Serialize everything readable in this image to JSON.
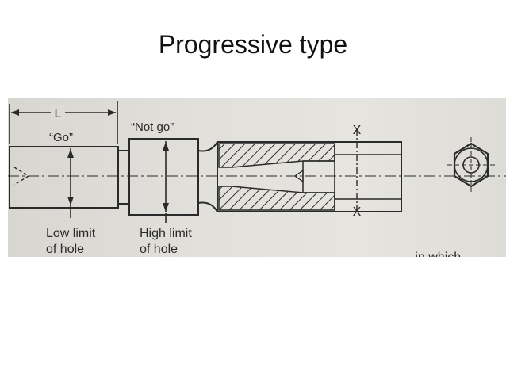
{
  "slide": {
    "title": "Progressive type"
  },
  "diagram": {
    "dimension_label": "L",
    "go_label": "“Go”",
    "not_go_label": "“Not go”",
    "section_mark_top": "X",
    "section_mark_bottom": "X",
    "low_limit_line1": "Low limit",
    "low_limit_line2": "of hole",
    "high_limit_line1": "High limit",
    "high_limit_line2": "of hole",
    "partial_text": "...in which"
  },
  "colors": {
    "ink": "#2a2a2a",
    "paper": "#e2e0db",
    "title": "#111111"
  }
}
